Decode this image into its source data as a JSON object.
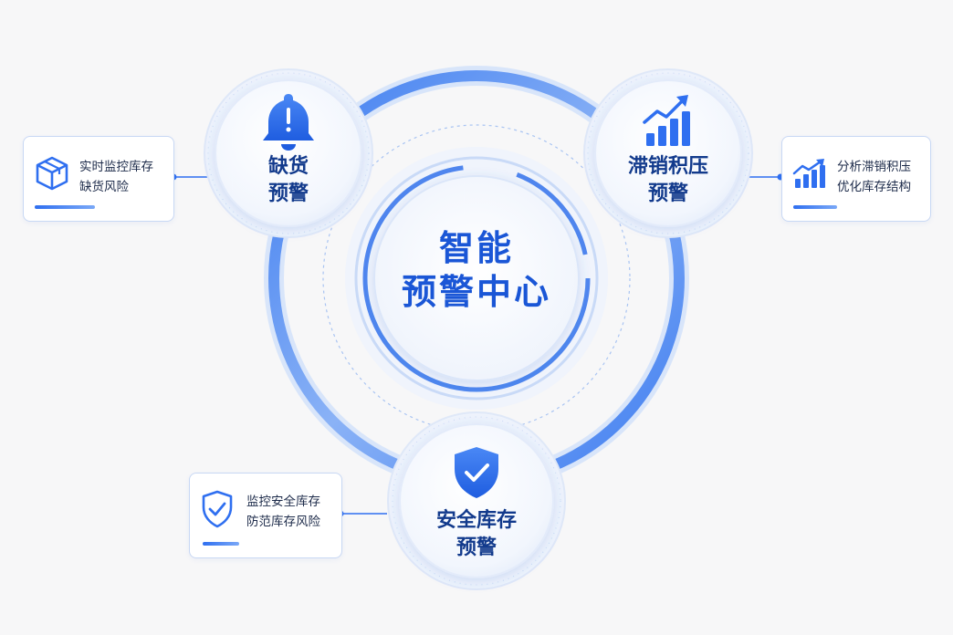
{
  "colors": {
    "accent": "#2f6ff0",
    "accent_light": "#8fb5f6",
    "title_dark": "#123a8c",
    "center_text": "#1a56d6",
    "background": "#f7f7f8"
  },
  "center": {
    "line1": "智能",
    "line2": "预警中心"
  },
  "nodes": [
    {
      "id": "stockout",
      "icon": "bell-alert-icon",
      "title_line1": "缺货",
      "title_line2": "预警"
    },
    {
      "id": "overstock",
      "icon": "trend-up-chart-icon",
      "title_line1": "滞销积压",
      "title_line2": "预警"
    },
    {
      "id": "safety",
      "icon": "shield-check-icon",
      "title_line1": "安全库存",
      "title_line2": "预警"
    }
  ],
  "cards": [
    {
      "id": "stockout",
      "icon": "package-box-icon",
      "line1": "实时监控库存",
      "line2": "缺货风险"
    },
    {
      "id": "overstock",
      "icon": "trend-up-chart-icon",
      "line1": "分析滞销积压",
      "line2": "优化库存结构"
    },
    {
      "id": "safety",
      "icon": "shield-check-icon",
      "line1": "监控安全库存",
      "line2": "防范库存风险"
    }
  ]
}
